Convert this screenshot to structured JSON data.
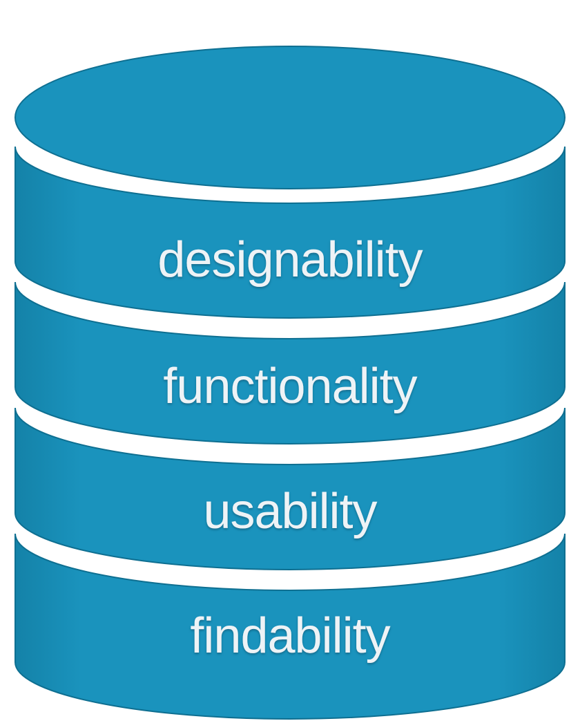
{
  "colors": {
    "fill": "#1a93bd",
    "edge": "#0e6f91",
    "text": "#eef3f6",
    "gap": "#ffffff"
  },
  "layers": [
    {
      "label": "designability"
    },
    {
      "label": "functionality"
    },
    {
      "label": "usability"
    },
    {
      "label": "findability"
    }
  ]
}
